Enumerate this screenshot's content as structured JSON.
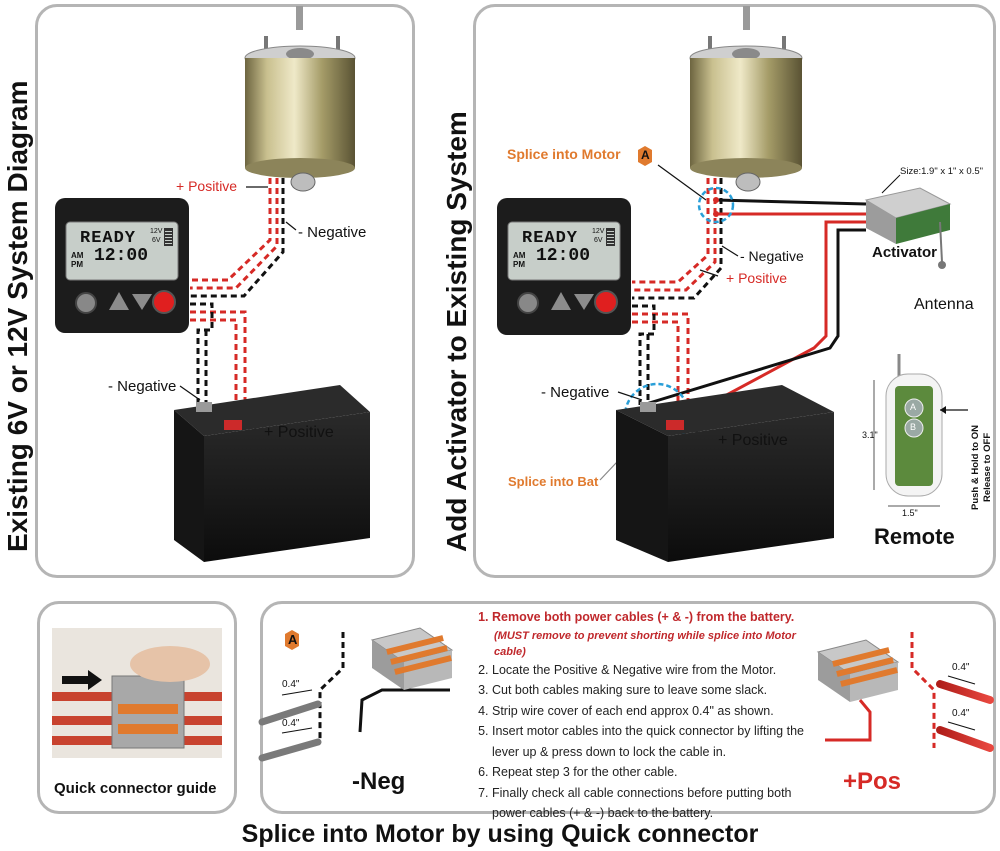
{
  "left_panel": {
    "title": "Existing 6V or 12V System Diagram",
    "label_positive_motor": "+ Positive",
    "label_negative_motor": "- Negative",
    "label_negative_batt": "- Negative",
    "label_positive_batt": "+ Positive"
  },
  "right_panel": {
    "title": "Add Activator to Existing System",
    "splice_motor": "Splice into Motor",
    "marker_a": "A",
    "label_negative_motor": "- Negative",
    "label_positive_motor": "+ Positive",
    "size_note": "Size:1.9\" x 1\" x 0.5\"",
    "activator_label": "Activator",
    "antenna_label": "Antenna",
    "label_negative_batt": "- Negative",
    "label_positive_batt": "+ Positive",
    "splice_batt": "Splice into Bat",
    "remote_label": "Remote",
    "remote_height": "3.1\"",
    "remote_width": "1.5\"",
    "remote_btn_a": "A",
    "remote_btn_b": "B",
    "push_hold_prefix": "Push & Hold to ",
    "push_hold_on": "ON",
    "release_prefix": "Release to ",
    "release_off": "OFF"
  },
  "timer": {
    "status": "READY",
    "time": "12:00",
    "am": "AM",
    "pm": "PM",
    "v12": "12V",
    "v6": "6V"
  },
  "bottom_left": {
    "caption": "Quick connector guide"
  },
  "bottom_right": {
    "marker_a": "A",
    "dim_1": "0.4\"",
    "dim_2": "0.4\"",
    "dim_3": "0.4\"",
    "dim_4": "0.4\"",
    "neg_label": "-Neg",
    "pos_label": "+Pos",
    "steps": [
      "Remove both power cables (+ & -) from the battery.",
      "Locate the Positive & Negative wire from the Motor.",
      "Cut both cables making sure to leave some slack.",
      "Strip wire cover of each end approx 0.4\" as shown.",
      "Insert motor cables into the quick connector by lifting the lever up & press down to lock the cable in.",
      "Repeat step 3 for the other cable.",
      "Finally check all cable connections before putting both power cables (+ & -) back to the battery."
    ],
    "step1_note": "(MUST remove to prevent shorting while splice into Motor cable)"
  },
  "footer": {
    "title": "Splice into Motor by using Quick connector"
  },
  "colors": {
    "red_wire": "#d62a26",
    "black_wire": "#111111",
    "orange_accent": "#e07a2e",
    "splice_circle": "#2a9fd8",
    "panel_border": "#b5b5b5",
    "step_red": "#c0282c"
  }
}
